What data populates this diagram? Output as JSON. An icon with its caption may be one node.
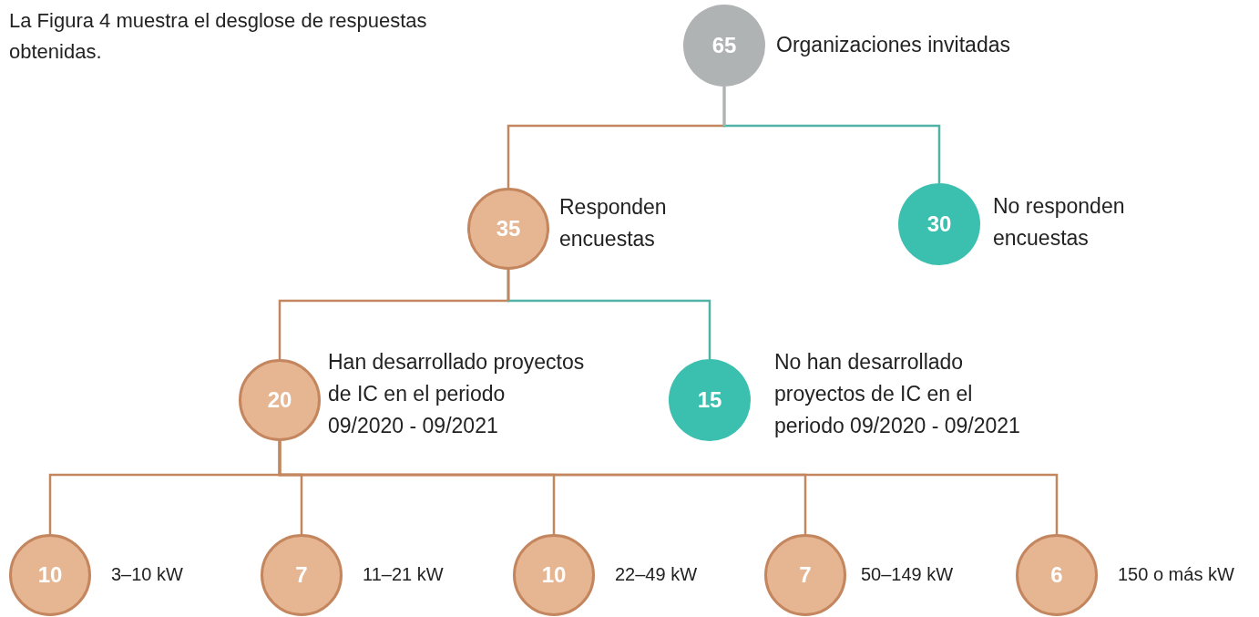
{
  "diagram": {
    "nodes": [
      {
        "text": [
          "65"
        ],
        "beside": [
          "Organizaciones invitadas"
        ]
      },
      {
        "text": [
          "35"
        ],
        "beside": [
          "Responden encuestas"
        ]
      },
      {
        "text": [
          "30"
        ],
        "beside": [
          "No responden encuestas"
        ]
      },
      {
        "text": [
          "20"
        ],
        "beside": [
          "Han desarrollado proyectos de IC en el periodo 09/2020 - 09/2021"
        ]
      },
      {
        "text": [
          "15"
        ],
        "beside": [
          "No han desarrollado proyectos de IC en el periodo 09/2020 - 09/2021"
        ]
      },
      {
        "text": [
          "10"
        ],
        "beside": [
          "3–10 kW"
        ]
      },
      {
        "text": [
          "7"
        ],
        "beside": [
          "11–21 kW"
        ]
      },
      {
        "text": [
          "10"
        ],
        "beside": [
          "22–49 kW"
        ]
      },
      {
        "text": [
          "7"
        ],
        "beside": [
          "50–149 kW"
        ]
      },
      {
        "text": [
          "6"
        ],
        "beside": [
          "150 o más kW"
        ]
      }
    ],
    "edges": [
      {
        "from": 0,
        "to": 1,
        "arrow": "none"
      },
      {
        "from": 0,
        "to": 2,
        "arrow": "none",
        "color": "#4fb3a5"
      },
      {
        "from": 1,
        "to": 3,
        "arrow": "none"
      },
      {
        "from": 1,
        "to": 4,
        "arrow": "none",
        "color": "#4fb3a5"
      },
      {
        "from": 3,
        "to": 5,
        "arrow": "none"
      },
      {
        "from": 3,
        "to": 6,
        "arrow": "none"
      },
      {
        "from": 3,
        "to": 7,
        "arrow": "none"
      },
      {
        "from": 3,
        "to": 8,
        "arrow": "none"
      },
      {
        "from": 3,
        "to": 9,
        "arrow": "none"
      }
    ],
    "labels": [
      "La Figura 4 muestra el desglose de respuestas obtenidas."
    ]
  }
}
